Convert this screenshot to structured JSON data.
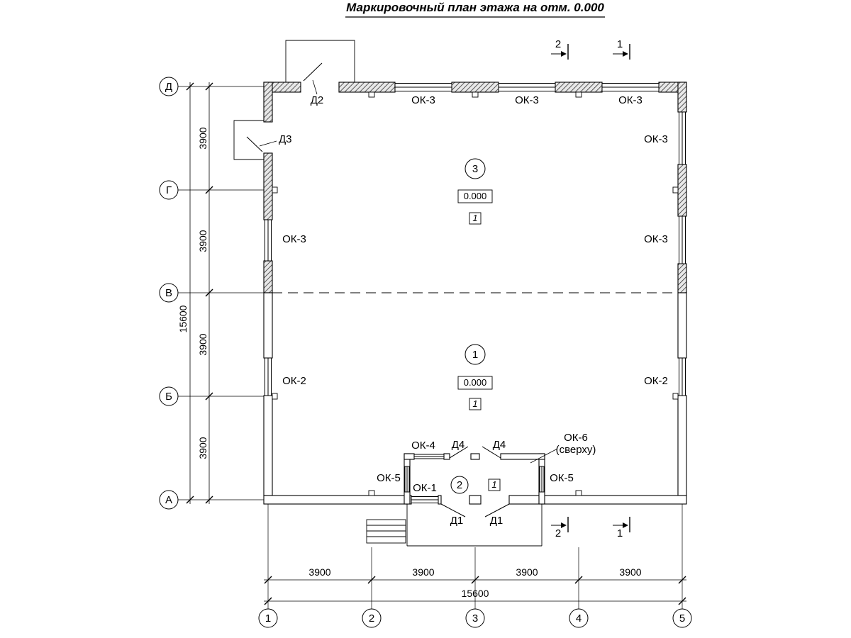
{
  "title": "Маркировочный план этажа на отм. 0.000",
  "axes": {
    "columns": [
      "1",
      "2",
      "3",
      "4",
      "5"
    ],
    "rows": [
      "Д",
      "Г",
      "В",
      "Б",
      "А"
    ]
  },
  "dimensions": {
    "left_segments": [
      "3900",
      "3900",
      "3900",
      "3900"
    ],
    "left_total": "15600",
    "bottom_segments": [
      "3900",
      "3900",
      "3900",
      "3900"
    ],
    "bottom_total": "15600"
  },
  "sections": {
    "sec2": "2",
    "sec1": "1"
  },
  "marks": {
    "d1": "Д1",
    "d2": "Д2",
    "d3": "Д3",
    "d4": "Д4",
    "ok1": "ОК-1",
    "ok2": "ОК-2",
    "ok3": "ОК-3",
    "ok4": "ОК-4",
    "ok5": "ОК-5",
    "ok6": "ОК-6",
    "ok6_note": "(сверху)"
  },
  "rooms": {
    "upper": {
      "number": "3",
      "elevation": "0.000",
      "floor_type": "1"
    },
    "lower": {
      "number": "1",
      "elevation": "0.000",
      "floor_type": "1"
    },
    "tambour": {
      "number": "2",
      "floor_type": "1"
    }
  }
}
